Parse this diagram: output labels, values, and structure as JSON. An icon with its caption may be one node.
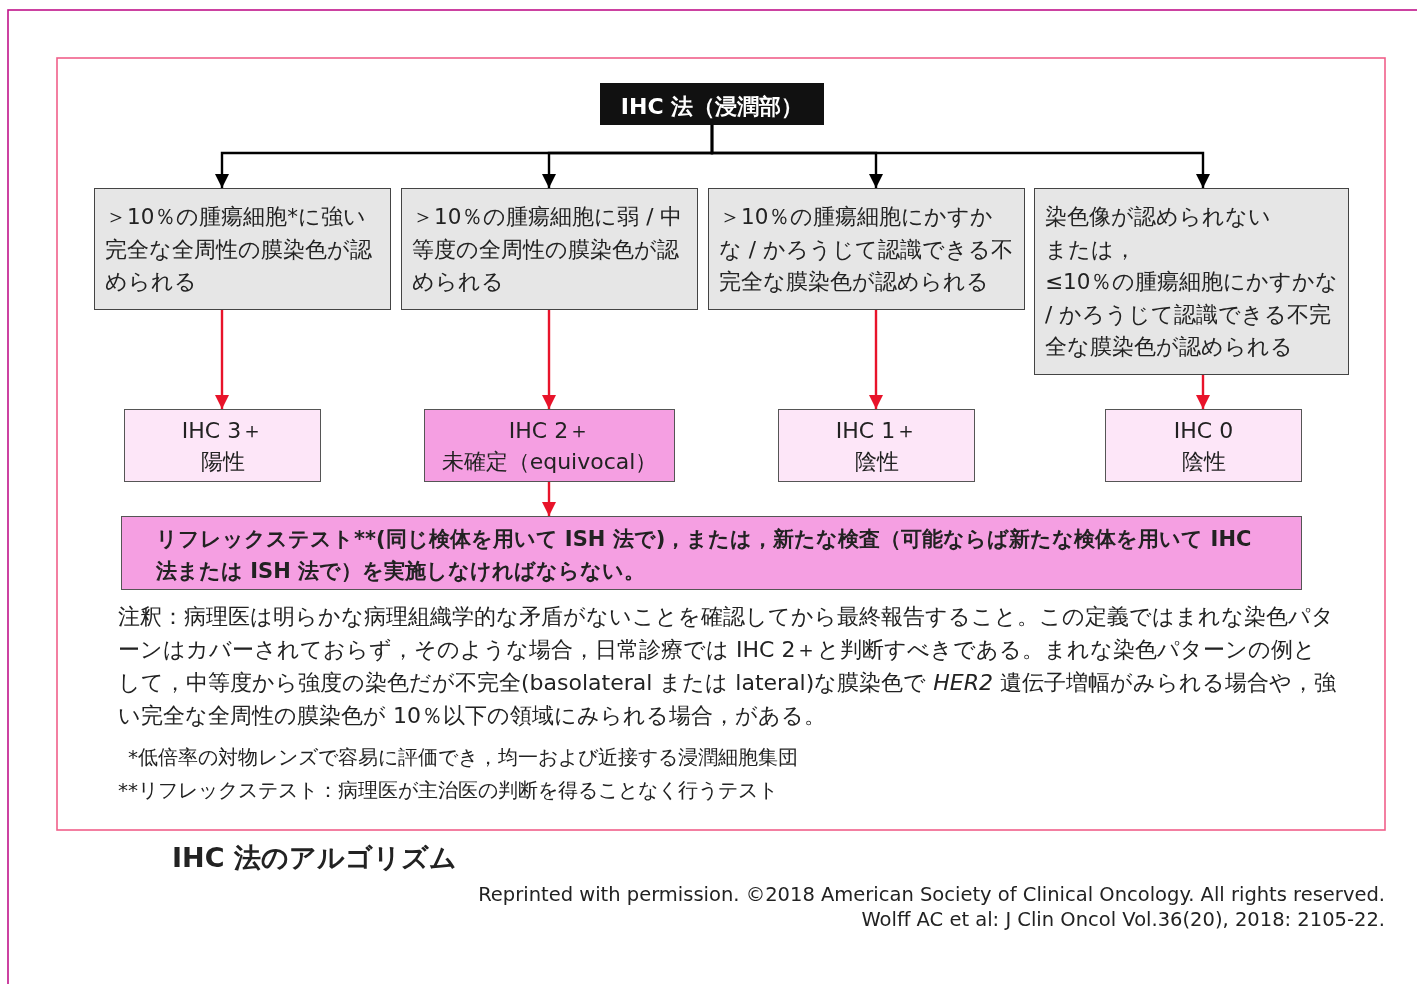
{
  "diagram": {
    "caption": "IHC 法のアルゴリズム",
    "nodes": [
      {
        "text": [
          "IHC 法（浸潤部）"
        ]
      },
      {
        "text": [
          "＞10％の腫瘍細胞*に強い完全な全周性の膜染色が認められる"
        ]
      },
      {
        "text": [
          "＞10％の腫瘍細胞に弱 / 中等度の全周性の膜染色が認められる"
        ]
      },
      {
        "text": [
          "＞10％の腫瘍細胞にかすかな / かろうじて認識できる不完全な膜染色が認められる"
        ]
      },
      {
        "text": [
          "染色像が認められない",
          "または，",
          "≤10％の腫瘍細胞にかすかな / かろうじて認識できる不完全な膜染色が認められる"
        ]
      },
      {
        "text": [
          "IHC 3＋",
          "陽性"
        ]
      },
      {
        "text": [
          "IHC 2＋",
          "未確定（equivocal）"
        ]
      },
      {
        "text": [
          "IHC 1＋",
          "陰性"
        ]
      },
      {
        "text": [
          "IHC 0",
          "陰性"
        ]
      },
      {
        "text": [
          "リフレックステスト**(同じ検体を用いて ISH 法で)，または，新たな検査（可能ならば新たな検体を用いて IHC 法または ISH 法で）を実施しなければならない。"
        ]
      }
    ],
    "edges": [
      {
        "from": 0,
        "to": 1,
        "arrow": "to",
        "color": "#000000"
      },
      {
        "from": 0,
        "to": 2,
        "arrow": "to",
        "color": "#000000"
      },
      {
        "from": 0,
        "to": 3,
        "arrow": "to",
        "color": "#000000"
      },
      {
        "from": 0,
        "to": 4,
        "arrow": "to",
        "color": "#000000"
      },
      {
        "from": 1,
        "to": 5,
        "arrow": "to"
      },
      {
        "from": 2,
        "to": 6,
        "arrow": "to"
      },
      {
        "from": 3,
        "to": 7,
        "arrow": "to"
      },
      {
        "from": 4,
        "to": 8,
        "arrow": "to"
      },
      {
        "from": 6,
        "to": 9,
        "arrow": "to"
      }
    ],
    "labels": [
      "注釈：病理医は明らかな病理組織学的な矛盾がないことを確認してから最終報告すること。この定義ではまれな染色パターンはカバーされておらず，そのような場合，日常診療では IHC 2＋と判断すべきである。まれな染色パターンの例として，中等度から強度の染色だが不完全(basolateral または lateral)な膜染色で *HER2* 遺伝子増幅がみられる場合や，強い完全な全周性の膜染色が 10％以下の領域にみられる場合，がある。",
      "*低倍率の対物レンズで容易に評価でき，均一および近接する浸潤細胞集団",
      "**リフレックステスト：病理医が主治医の判断を得ることなく行うテスト",
      "Reprinted with permission. ©2018 American Society of Clinical Oncology. All rights reserved.",
      "Wolff AC et al: J Clin Oncol Vol.36(20), 2018: 2105-22."
    ]
  }
}
